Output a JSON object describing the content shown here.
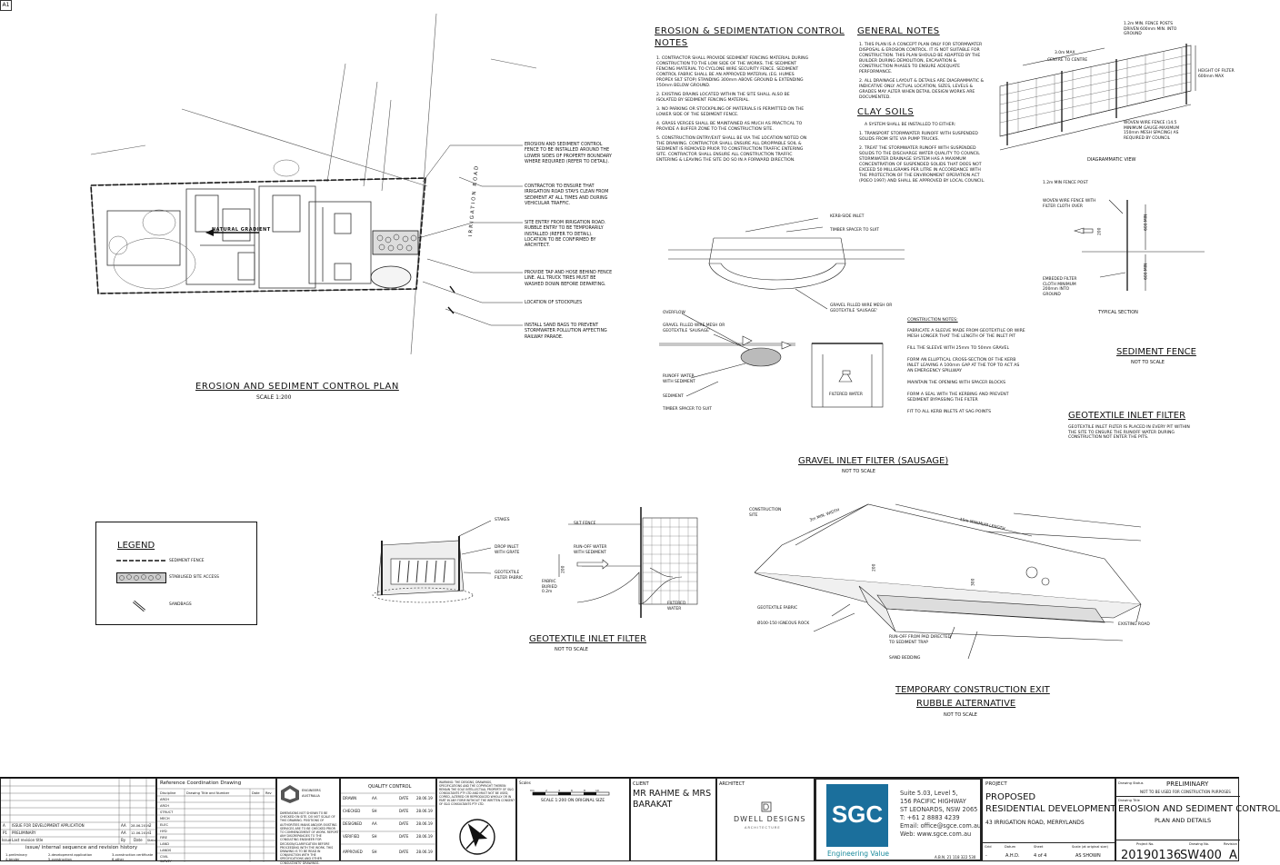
{
  "sheet_size": "A1",
  "plan": {
    "title": "EROSION AND SEDIMENT CONTROL PLAN",
    "scale": "SCALE 1:200",
    "road_label": "IRRIGATION ROAD",
    "gradient_label": "NATURAL GRADIENT",
    "callouts": [
      "EROSION AND SEDIMENT CONTROL FENCE TO BE INSTALLED AROUND THE LOWER SIDES OF PROPERTY BOUNDARY WHERE REQUIRED (REFER TO DETAIL).",
      "CONTRACTOR TO ENSURE THAT IRRIGATION ROAD STAYS CLEAN FROM SEDIMENT AT ALL TIMES AND DURING VEHICULAR TRAFFIC.",
      "SITE ENTRY FROM IRRIGATION ROAD. RUBBLE ENTRY TO BE TEMPORARILY INSTALLED (REFER TO DETAIL). LOCATION TO BE CONFIRMED BY ARCHITECT.",
      "PROVIDE TAP AND HOSE BEHIND FENCE LINE. ALL TRUCK TIRES MUST BE WASHED DOWN BEFORE DEPARTING.",
      "LOCATION OF STOCKPILES",
      "INSTALL SAND BAGS TO PREVENT STORMWATER POLLUTION AFFECTING RAILWAY PARADE."
    ]
  },
  "esc_notes": {
    "title_line1": "EROSION & SEDIMENTATION CONTROL",
    "title_line2": "NOTES",
    "items": [
      "1. CONTRACTOR SHALL PROVIDE SEDIMENT FENCING MATERIAL DURING CONSTRUCTION TO THE LOW SIDE OF THE WORKS. THE SEDIMENT FENCING MATERIAL TO CYCLONE WIRE SECURITY FENCE. SEDIMENT CONTROL FABRIC SHALL BE AN APPROVED MATERIAL (EG. HUMES PROPEX SILT STOP) STANDING 300mm ABOVE GROUND & EXTENDING 150mm BELOW GROUND.",
      "2. EXISTING DRAINS LOCATED WITHIN THE SITE SHALL ALSO BE ISOLATED BY SEDIMENT FENCING MATERIAL.",
      "3. NO PARKING OR STOCKPILING OF MATERIALS IS PERMITTED ON THE LOWER SIDE OF THE SEDIMENT FENCE.",
      "4. GRASS VERGES SHALL BE MAINTAINED AS MUCH AS PRACTICAL TO PROVIDE A BUFFER ZONE TO THE CONSTRUCTION SITE.",
      "5. CONSTRUCTION ENTRY/EXIT SHALL BE VIA THE LOCATION NOTED ON THE DRAWING. CONTRACTOR SHALL ENSURE ALL DROPPABLE SOIL & SEDIMENT IS REMOVED PRIOR TO CONSTRUCTION TRAFFIC ENTERING SITE. CONTRACTOR SHALL ENSURE ALL CONSTRUCTION TRAFFIC ENTERING & LEAVING THE SITE DO SO IN A FORWARD DIRECTION."
    ]
  },
  "general_notes": {
    "title": "GENERAL NOTES",
    "items": [
      "1. THIS PLAN IS A CONCEPT PLAN ONLY FOR STORMWATER DISPOSAL & EROSION CONTROL. IT IS NOT SUITABLE FOR CONSTRUCTION. THIS PLAN SHOULD BE ADAPTED BY THE BUILDER DURING DEMOLITION, EXCAVATION & CONSTRUCTION PHASES TO ENSURE ADEQUATE PERFORMANCE.",
      "2. ALL DRAINAGE LAYOUT & DETAILS ARE DIAGRAMMATIC & INDICATIVE ONLY. ACTUAL LOCATION, SIZES, LEVELS & GRADES MAY ALTER WHEN DETAIL DESIGN WORKS ARE DOCUMENTED."
    ]
  },
  "clay_soils": {
    "title": "CLAY SOILS",
    "intro": "A SYSTEM SHALL BE INSTALLED TO EITHER:",
    "items": [
      "1. TRANSPORT STORMWATER RUNOFF WITH SUSPENDED SOLIDS FROM SITE VIA PUMP TRUCKS.",
      "2. TREAT THE STORMWATER RUNOFF WITH SUSPENDED SOLIDS TO THE DISCHARGE WATER QUALITY TO COUNCIL STORMWATER DRAINAGE SYSTEM HAS A MAXIMUM CONCENTRATION OF SUSPENDED SOLIDS THAT DOES NOT EXCEED 50 MILLIGRAMS PER LITRE IN ACCORDANCE WITH THE PROTECTION OF THE ENVIRONMENT OPERATION ACT (POEO 1997) AND SHALL BE APPROVED BY LOCAL COUNCIL."
    ]
  },
  "sediment_fence": {
    "title": "SEDIMENT FENCE",
    "scale": "NOT TO SCALE",
    "diagrammatic_view": "DIAGRAMMATIC VIEW",
    "typical_section": "TYPICAL SECTION",
    "labels": {
      "posts": "1.2m MIN. FENCE POSTS DRIVEN 600mm MIN. INTO GROUND",
      "spacing": "3.0m MAX",
      "centre": "CENTRE TO CENTRE",
      "height": "HEIGHT OF FILTER 600mm MAX",
      "woven": "WOVEN WIRE FENCE (14.5 MINIMUM GAUGE-MAXIMUM 150mm MESH SPACING) AS REQUIRED BY COUNCIL",
      "post": "1.2m MIN FENCE POST",
      "filter_cloth": "WOVEN WIRE FENCE WITH FILTER CLOTH OVER",
      "embed": "EMBEDED FILTER CLOTH MINIMUM 200mm INTO GROUND",
      "dim1": "200",
      "dim2": "600 MIN",
      "dim3": "600 MIN"
    }
  },
  "gravel_filter": {
    "title": "GRAVEL INLET FILTER (SAUSAGE)",
    "scale": "NOT TO SCALE",
    "labels": {
      "kerb": "KERB-SIDE INLET",
      "timber1": "TIMBER SPACER TO SUIT",
      "gravel1": "GRAVEL FILLED WIRE MESH OR GEOTEXTILE 'SAUSAGE'",
      "overflow": "OVERFLOW",
      "gravel2": "GRAVEL FILLED WIRE MESH OR GEOTEXTILE 'SAUSAGE'",
      "runoff": "RUNOFF WATER WITH SEDIMENT",
      "sediment": "SEDIMENT",
      "timber2": "TIMBER SPACER TO SUIT",
      "filtered": "FILTERED WATER"
    },
    "construction_notes_title": "CONSTRUCTION NOTES:",
    "construction_notes": [
      "FABRICATE A SLEEVE MADE FROM GEOTEXTILE OR WIRE MESH LONGER THAT THE LENGTH OF THE INLET PIT",
      "FILL THE SLEEVE WITH 25mm TO 50mm GRAVEL",
      "FORM AN ELLIPTICAL CROSS-SECTION OF THE KERB INLET LEAVING A 100mm GAP AT THE TOP TO ACT AS AN EMERGENCY SPILLWAY",
      "MAINTAIN THE OPENING WITH SPACER BLOCKS",
      "FORM A SEAL WITH THE KERBING AND PREVENT SEDIMENT BYPASSING THE FILTER",
      "FIT TO ALL KERB INLETS AT SAG POINTS"
    ]
  },
  "geotextile_note": {
    "title": "GEOTEXTILE INLET FILTER",
    "text": "GEOTEXTILE INLET FILTER IS PLACED IN EVERY PIT WITHIN THE SITE TO ENSURE THE RUNOFF WATER DURING CONSTRUCTION NOT ENTER THE PITS."
  },
  "legend": {
    "title": "LEGEND",
    "items": [
      "SEDIMENT FENCE",
      "STABILISED SITE ACCESS",
      "SANDBAGS"
    ]
  },
  "geotextile_detail": {
    "title": "GEOTEXTILE INLET FILTER",
    "scale": "NOT TO SCALE",
    "labels": {
      "stakes": "STAKES",
      "drop": "DROP INLET WITH GRATE",
      "geo": "GEOTEXTILE FILTER FABRIC",
      "silt": "SILT FENCE",
      "runoff": "RUN-OFF WATER WITH SEDIMENT",
      "fabric": "FABRIC BURIED 0.2m",
      "filtered": "FILTERED WATER",
      "dim": "200"
    }
  },
  "exit_detail": {
    "title_line1": "TEMPORARY CONSTRUCTION EXIT",
    "title_line2": "RUBBLE ALTERNATIVE",
    "scale": "NOT TO SCALE",
    "labels": {
      "site": "CONSTRUCTION SITE",
      "width": "3m MIN. WIDTH",
      "length": "15m MINIMUM LENGTH",
      "fabric": "GEOTEXTILE FABRIC",
      "rock": "Ø100-150 IGNEOUS ROCK",
      "runoff": "RUN-OFF FROM PAD DIRECTED TO SEDIMENT TRAP",
      "sand": "SAND BEDDING",
      "road": "EXISTING ROAD",
      "dim1": "200",
      "dim2": "300"
    }
  },
  "title_block": {
    "ref_title": "Reference Coordination Drawing",
    "ref_cols": [
      "Discipline",
      "Drawing Title and Number",
      "Date",
      "Rev"
    ],
    "disciplines": [
      "ARCH",
      "ARCH",
      "STRUCT",
      "MECH",
      "ELEC",
      "HYD",
      "FIRE",
      "LAND",
      "LANDS",
      "CIVIL",
      "SURVEY"
    ],
    "revisions": [
      {
        "id": "A",
        "desc": "ISSUE FOR DEVELOPMENT APPLICATION",
        "by": "AA",
        "date": "28.06.2019",
        "chk": "2"
      },
      {
        "id": "P1",
        "desc": "PRELIMINARY",
        "by": "AA",
        "date": "12.06.2019",
        "chk": "1"
      }
    ],
    "rev_header": [
      "Issue",
      "Last revision title",
      "By",
      "Date",
      "Status"
    ],
    "rev_history_title": "issue/ internal sequence and revision history",
    "rev_legend": [
      "1-preliminary",
      "2-development application",
      "3-construction certificate",
      "4-tender",
      "5-construction",
      "6-other"
    ],
    "engineers_australia": "ENGINEERS AUSTRALIA",
    "disclaimer_dims": "DIMENSIONS NOT SHOWN TO BE CHECKED ON SITE. DO NOT SCALE OF THIS DRAWING. POSITIONS OF AUTHORITIES MAINS AND/OR EXISTING SERVICES ARE TO BE CHECKED PRIOR TO COMMENCEMENT OF WORK. REPORT ANY DISCREPANCIES TO THE CONSULTING ENGINEER FOR DECISION/CLARIFICATION BEFORE PROCEEDING WITH THE WORK. THIS DRAWING IS TO BE READ IN CONJUNCTION WITH THE SPECIFICATIONS AND OTHER CONSULTANTS' DRAWINGS.",
    "qc_title": "QUALITY CONTROL",
    "qc_rows": [
      {
        "role": "DRAWN",
        "who": "AA",
        "date": "28.06.19"
      },
      {
        "role": "CHECKED",
        "who": "SH",
        "date": "28.06.19"
      },
      {
        "role": "DESIGNED",
        "who": "AA",
        "date": "28.06.19"
      },
      {
        "role": "VERIFIED",
        "who": "SH",
        "date": "28.06.19"
      },
      {
        "role": "APPROVED",
        "who": "SH",
        "date": "28.06.19"
      }
    ],
    "date_label": "DATE",
    "warning": "WARNING: THE DESIGNS, DRAWINGS, SPECIFICATIONS AND THE COPYRIGHT THEREIN REMAIN THE SOLE INTELLECTUAL PROPERTY OF S&G CONSULTANTS PTY LTD AND MUST NOT BE USED, COPIED, ALTERED OR REPRODUCED WHOLLY OR IN PART IN ANY FORM WITHOUT THE WRITTEN CONSENT OF S&G CONSULTANTS PTY LTD.",
    "scales_label": "Scales",
    "scale_text": "SCALE 1:200 ON ORIGINAL SIZE",
    "scale_ticks": [
      "0m",
      "2",
      "4",
      "6",
      "8",
      "10"
    ],
    "client_label": "CLIENT",
    "client": "MR RAHME & MRS BARAKAT",
    "architect_label": "ARCHITECT",
    "architect": "DWELL DESIGNS",
    "architect_small": "ARCHITECTURE",
    "sgc_logo": "SGC",
    "sgc_tagline": "Engineering Value",
    "sgc_address": [
      "Suite 5.03, Level 5,",
      "156 PACIFIC HIGHWAY",
      "ST LEONARDS, NSW 2065",
      "T: +61 2 8883 4239",
      "Email: office@sgce.com.au",
      "Web: www.sgce.com.au"
    ],
    "abn": "A.B.N. 21 118 322 530",
    "project_label": "PROJECT",
    "project": [
      "PROPOSED",
      "RESIDENTIAL DEVELOPMENT"
    ],
    "project_address": "43 IRRIGATION ROAD, MERRYLANDS",
    "grid_label": "Grid",
    "datum_label": "Datum",
    "datum": "A.H.D.",
    "sheet_label": "Sheet",
    "sheet": "4 of 4",
    "scale_orig_label": "Scale (at original size)",
    "scale_orig": "AS SHOWN",
    "grid": "-",
    "status_label": "Drawing Status",
    "status": "PRELIMINARY",
    "status_note": "NOT TO BE USED FOR CONSTRUCTION PURPOSES",
    "drawing_title_label": "Drawing Title",
    "drawing_title": "EROSION AND SEDIMENT CONTROL",
    "drawing_title2": "PLAN AND DETAILS",
    "project_no_label": "Project No.",
    "project_no": "20190136",
    "drawing_no_label": "Drawing No.",
    "drawing_no": "SW400",
    "revision_label": "Revision",
    "revision": "A"
  }
}
